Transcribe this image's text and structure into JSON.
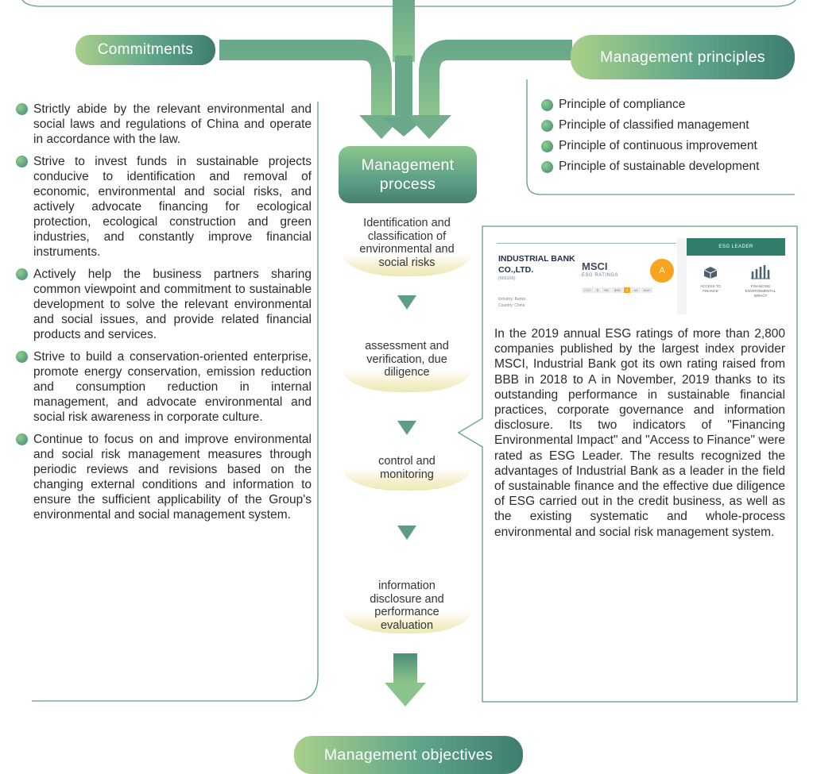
{
  "commitments": {
    "title": "Commitments",
    "items": [
      "Strictly abide by the relevant environmental and social laws and regulations of China and operate in accordance with the law.",
      "Strive to invest funds in sustainable projects conducive to identification and removal of economic, environmental and social risks, and actively advocate financing for ecological protection, ecological construction and green industries, and constantly improve financial instruments.",
      "Actively help the business partners sharing common viewpoint and commitment to sustainable development to solve the relevant environmental and social issues, and provide related financial products and services.",
      "Strive to build a conservation-oriented enterprise, promote energy conservation, emission reduction and consumption reduction in internal management, and advocate environmental and social risk awareness in corporate culture.",
      "Continue to focus on and improve environmental and social risk management measures through periodic reviews and revisions based on the changing external conditions and information to ensure the sufficient applicability of the Group's environmental and social management system."
    ]
  },
  "principles": {
    "title": "Management principles",
    "items": [
      "Principle of compliance",
      "Principle of classified management",
      "Principle of continuous improvement",
      "Principle of sustainable development"
    ]
  },
  "process": {
    "title_line1": "Management",
    "title_line2": "process",
    "steps": [
      [
        "Identification and",
        "classification of",
        "environmental and",
        "social risks"
      ],
      [
        "assessment and",
        "verification, due",
        "diligence"
      ],
      [
        "control and",
        "monitoring"
      ],
      [
        "information",
        "disclosure and",
        "performance",
        "evaluation"
      ]
    ]
  },
  "objectives": {
    "title": "Management objectives"
  },
  "esg": {
    "company_line1": "INDUSTRIAL BANK",
    "company_line2": "CO.,LTD.",
    "company_code": "(601166)",
    "industry": "Industry: Banks",
    "country": "Country: China",
    "msci_label": "MSCI",
    "msci_sub": "ESG RATINGS",
    "rating": "A",
    "scale": [
      "CCC",
      "B",
      "BB",
      "BBB",
      "A",
      "AA",
      "AAA"
    ],
    "leader_title": "ESG LEADER",
    "leader_items": [
      "ACCESS TO FINANCE",
      "FINANCING ENVIRONMENTAL IMPACT"
    ],
    "text": "In the 2019 annual ESG ratings of more than 2,800 companies published by the largest index provider MSCI, Industrial Bank got its own rating raised from BBB in 2018 to A in November, 2019 thanks to its outstanding performance in sustainable financial practices, corporate governance and information disclosure. Its two indicators of \"Financing Environmental Impact\" and \"Access to Finance\" were rated as ESG Leader. The results recognized the advantages of Industrial Bank as a leader in the field of sustainable finance and the effective due diligence of ESG carried out in the credit business, as well as the existing systematic and whole-process environmental and social risk management system."
  },
  "colors": {
    "green_light": "#a9d08a",
    "green_dark": "#3e7d70",
    "line": "#5e9c86"
  }
}
